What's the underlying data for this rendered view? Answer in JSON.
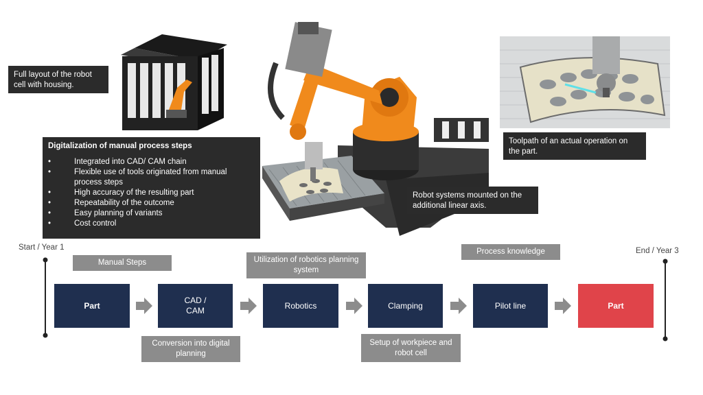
{
  "notes": {
    "housing": "Full layout of the robot cell with housing.",
    "toolpath": "Toolpath of an actual operation on the part.",
    "linear_axis": "Robot systems mounted on the  additional linear axis."
  },
  "digitalization": {
    "title": "Digitalization of manual process steps",
    "bullets": [
      "Integrated into CAD/ CAM chain",
      "Flexible use of tools originated from manual process steps",
      "High accuracy of the resulting part",
      "Repeatability of the outcome",
      "Easy planning of variants",
      "Cost control"
    ]
  },
  "timeline": {
    "start": "Start / Year 1",
    "end": "End / Year 3"
  },
  "labels_top": {
    "manual_steps": "Manual Steps",
    "utilization": "Utilization of robotics planning system",
    "process_knowledge": "Process knowledge"
  },
  "labels_bottom": {
    "conversion": "Conversion into digital planning",
    "setup": "Setup of workpiece and robot cell"
  },
  "steps": [
    {
      "label": "Part"
    },
    {
      "label": "CAD / CAM"
    },
    {
      "label": "Robotics"
    },
    {
      "label": "Clamping"
    },
    {
      "label": "Pilot line"
    },
    {
      "label": "Part"
    }
  ],
  "colors": {
    "step": "#1f2f4f",
    "final_step": "#e0444a",
    "label_grey": "#8c8c8c",
    "note_dark": "#2b2b2b",
    "robot_orange": "#f08a1c"
  }
}
